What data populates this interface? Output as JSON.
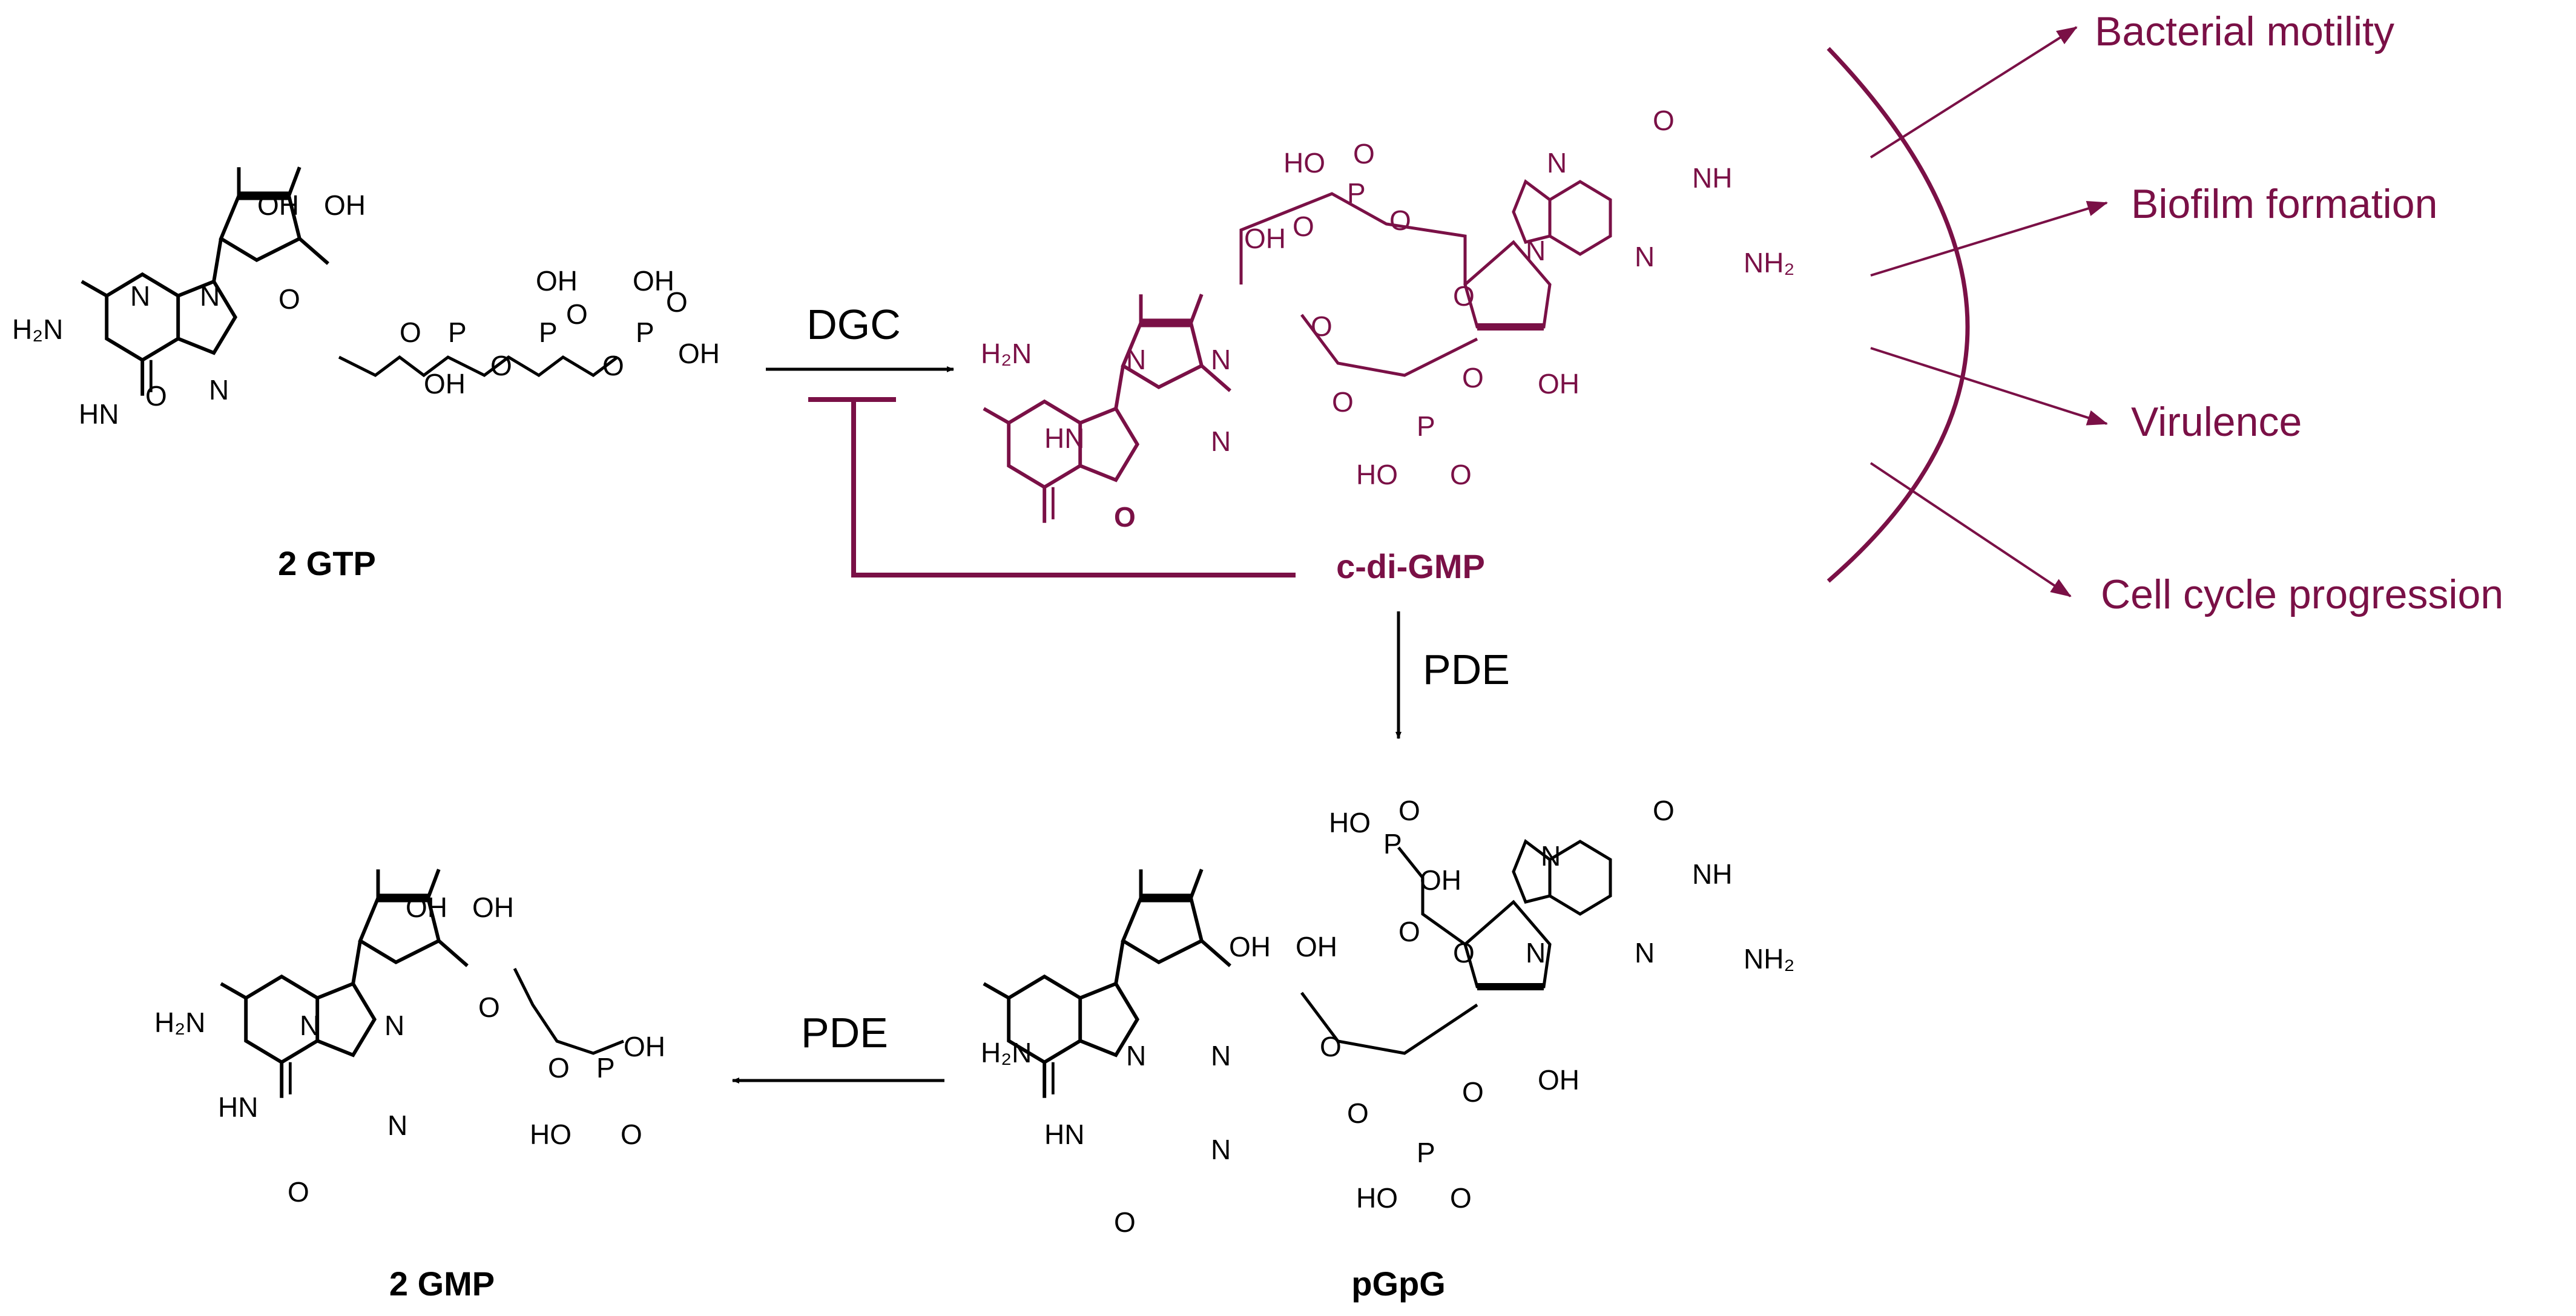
{
  "colors": {
    "black": "#000000",
    "maroon": "#7a1046",
    "background": "#ffffff"
  },
  "compounds": {
    "gtp": "2 GTP",
    "cdigmp": "c-di-GMP",
    "pgpg": "pGpG",
    "gmp": "2 GMP"
  },
  "reactions": {
    "dgc": "DGC",
    "pde_down": "PDE",
    "pde_left": "PDE"
  },
  "effects": [
    "Bacterial motility",
    "Biofilm formation",
    "Virulence",
    "Cell cycle progression"
  ],
  "atoms": {
    "oh": "OH",
    "ho": "HO",
    "o": "O",
    "n": "N",
    "p": "P",
    "h2n": "H₂N",
    "nh2": "NH₂",
    "hn": "HN",
    "nh": "NH"
  }
}
